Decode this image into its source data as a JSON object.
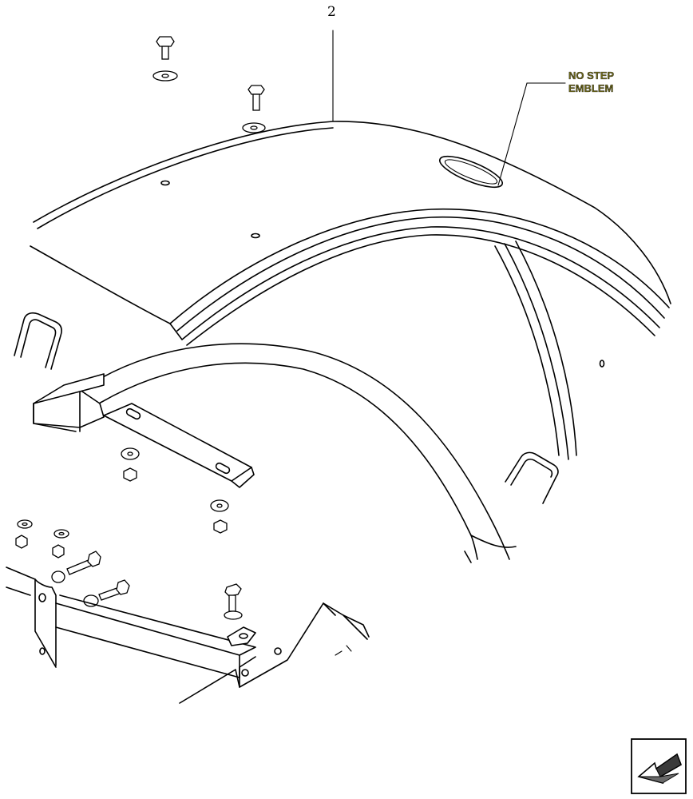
{
  "diagram": {
    "callout_number": "2",
    "emblem_label_line1": "NO STEP",
    "emblem_label_line2": "EMBLEM",
    "emblem_label_color": "#6f6a1c",
    "nav_icon": "arrow-back-icon"
  }
}
